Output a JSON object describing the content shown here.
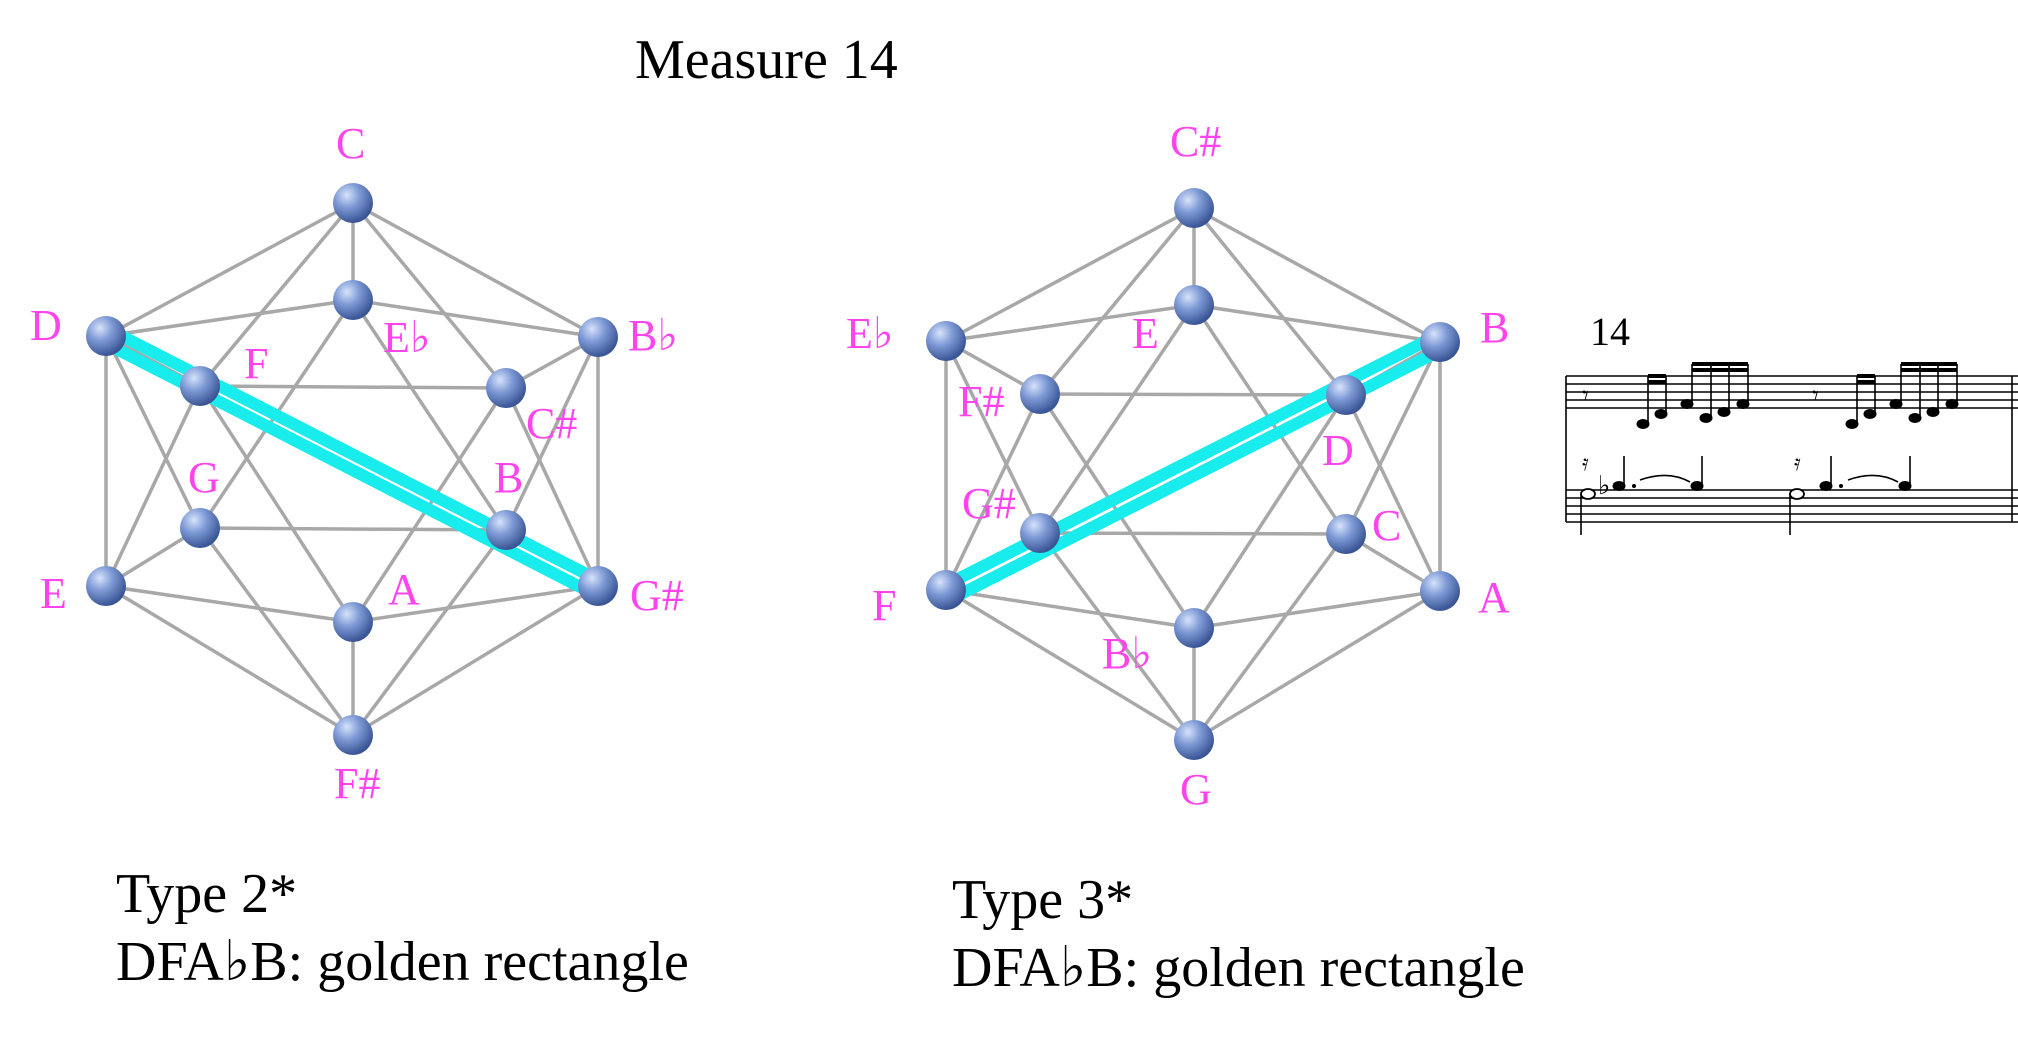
{
  "title": "Measure 14",
  "diagrams": [
    {
      "labels": {
        "top": "C",
        "upper_left": "D",
        "upper_right": "B♭",
        "lower_left": "E",
        "lower_right": "G#",
        "bottom": "F#",
        "back_top": "E♭",
        "back_upper_left": "F",
        "back_upper_right": "C#",
        "back_lower_left": "G",
        "back_lower_right": "B",
        "back_bottom": "A"
      },
      "caption_line1": "Type 2*",
      "caption_line2": "DFA♭B: golden rectangle"
    },
    {
      "labels": {
        "top": "C#",
        "upper_left": "E♭",
        "upper_right": "B",
        "lower_left": "F",
        "lower_right": "A",
        "bottom": "G",
        "back_top": "E",
        "back_upper_left": "F#",
        "back_upper_right": "D",
        "back_lower_left": "G#",
        "back_lower_right": "C",
        "back_bottom": "B♭"
      },
      "caption_line1": "Type 3*",
      "caption_line2": "DFA♭B: golden rectangle"
    }
  ],
  "score": {
    "measure_number": "14"
  },
  "colors": {
    "label": "#ff44ee",
    "highlight": "#18ecec",
    "edge": "#a8a8a8",
    "vertex": "#6e8ccc"
  }
}
